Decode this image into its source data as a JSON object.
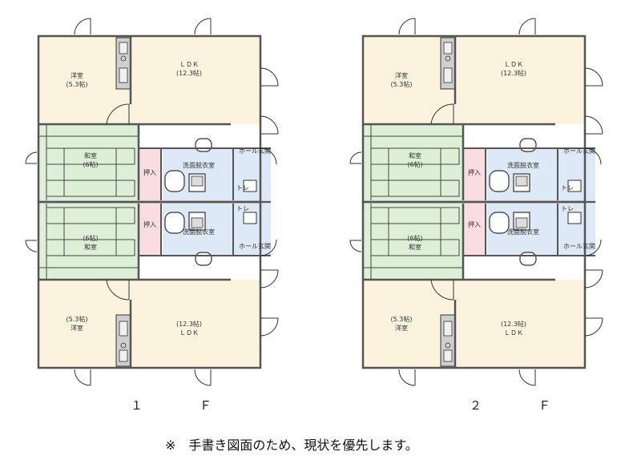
{
  "floors": [
    {
      "label": "１　Ｆ",
      "units": [
        {
          "western_room": {
            "name": "洋室",
            "size": "(5.3帖)"
          },
          "ldk": {
            "name": "ＬＤＫ",
            "size": "(12.3帖)"
          },
          "japanese_room": {
            "name": "和室",
            "size": "(6帖)"
          },
          "closet": "押入",
          "washroom": "洗面脱衣室",
          "hall": "ホール玄関",
          "toilet": "トレ"
        },
        {
          "western_room": {
            "name": "洋室",
            "size": "(5.3帖)"
          },
          "ldk": {
            "name": "ＬＤＫ",
            "size": "(12.3帖)"
          },
          "japanese_room": {
            "name": "和室",
            "size": "(6帖)"
          },
          "closet": "押入",
          "washroom": "洗面脱衣室",
          "hall": "ホール玄関",
          "toilet": "トレ"
        }
      ]
    },
    {
      "label": "２　Ｆ",
      "units": [
        {
          "western_room": {
            "name": "洋室",
            "size": "(5.3帖)"
          },
          "ldk": {
            "name": "ＬＤＫ",
            "size": "(12.3帖)"
          },
          "japanese_room": {
            "name": "和室",
            "size": "(6帖)"
          },
          "closet": "押入",
          "washroom": "洗面脱衣室",
          "hall": "ホール玄関",
          "toilet": "トレ"
        },
        {
          "western_room": {
            "name": "洋室",
            "size": "(5.3帖)"
          },
          "ldk": {
            "name": "ＬＤＫ",
            "size": "(12.3帖)"
          },
          "japanese_room": {
            "name": "和室",
            "size": "(6帖)"
          },
          "closet": "押入",
          "washroom": "洗面脱衣室",
          "hall": "ホール玄関",
          "toilet": "トレ"
        }
      ]
    }
  ],
  "note": "※　手書き図面のため、現状を優先します。",
  "colors": {
    "western": "#fbf3de",
    "tatami": "#ddefd6",
    "closet": "#f9dde2",
    "bath": "#dde9f6",
    "wall": "#555555"
  }
}
